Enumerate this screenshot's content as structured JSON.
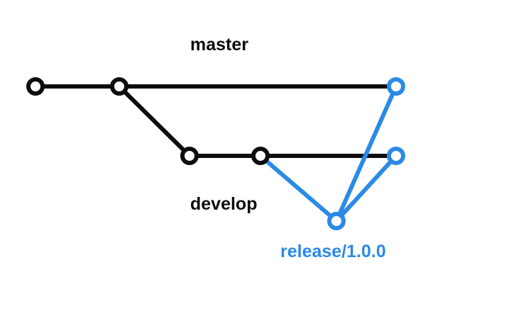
{
  "colors": {
    "black": "#0d0d0d",
    "blue": "#2b8ae6"
  },
  "labels": {
    "master": "master",
    "develop": "develop",
    "release": "release/1.0.0"
  }
}
